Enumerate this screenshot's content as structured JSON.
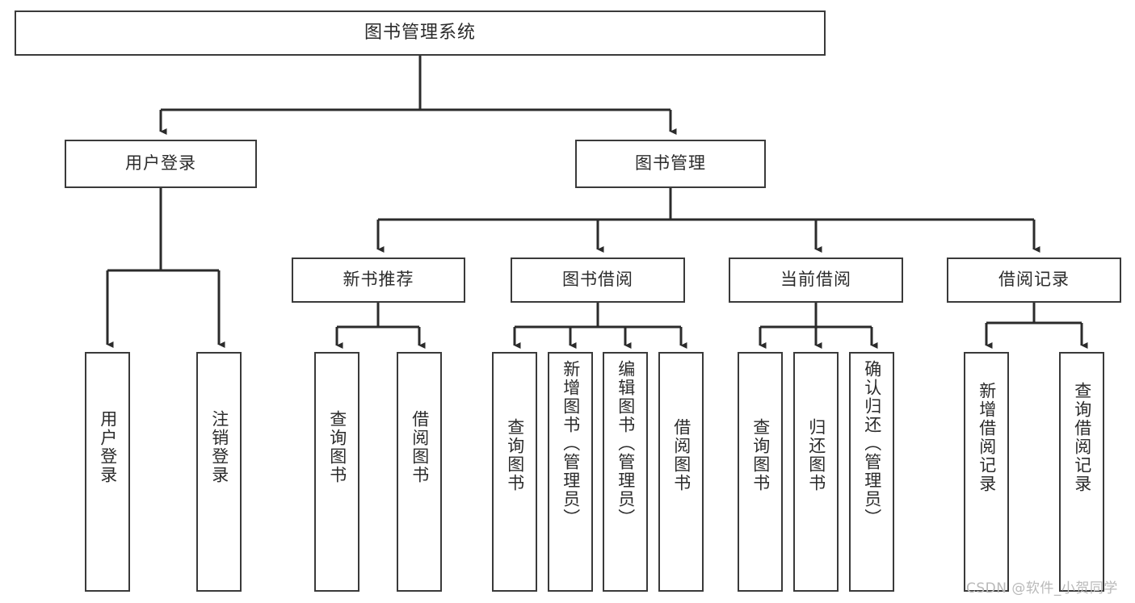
{
  "diagram": {
    "type": "tree-hierarchy",
    "title": "图书管理系统",
    "watermark": "CSDN @软件_小贺同学",
    "root": {
      "id": "root",
      "label": "图书管理系统"
    },
    "level2": [
      {
        "id": "user-login",
        "label": "用户登录"
      },
      {
        "id": "book-manage",
        "label": "图书管理"
      }
    ],
    "level3": [
      {
        "id": "new-book-recommend",
        "label": "新书推荐",
        "parent": "book-manage"
      },
      {
        "id": "book-borrow",
        "label": "图书借阅",
        "parent": "book-manage"
      },
      {
        "id": "current-borrow",
        "label": "当前借阅",
        "parent": "book-manage"
      },
      {
        "id": "borrow-record",
        "label": "借阅记录",
        "parent": "book-manage"
      }
    ],
    "leaves": {
      "user-login": [
        {
          "id": "leaf-user-login",
          "label": "用户登录"
        },
        {
          "id": "leaf-logout",
          "label": "注销登录"
        }
      ],
      "new-book-recommend": [
        {
          "id": "leaf-query-book-1",
          "label": "查询图书"
        },
        {
          "id": "leaf-borrow-book-1",
          "label": "借阅图书"
        }
      ],
      "book-borrow": [
        {
          "id": "leaf-query-book-2",
          "label": "查询图书"
        },
        {
          "id": "leaf-add-book",
          "label": "新增图书（管理员）"
        },
        {
          "id": "leaf-edit-book",
          "label": "编辑图书（管理员）"
        },
        {
          "id": "leaf-borrow-book-2",
          "label": "借阅图书"
        }
      ],
      "current-borrow": [
        {
          "id": "leaf-query-book-3",
          "label": "查询图书"
        },
        {
          "id": "leaf-return-book",
          "label": "归还图书"
        },
        {
          "id": "leaf-confirm-return",
          "label": "确认归还（管理员）"
        }
      ],
      "borrow-record": [
        {
          "id": "leaf-add-record",
          "label": "新增借阅记录"
        },
        {
          "id": "leaf-query-record",
          "label": "查询借阅记录"
        }
      ]
    },
    "colors": {
      "box_border": "#3a3a3a",
      "box_fill": "#ffffff",
      "connector": "#2b2b2b",
      "text": "#2b2b2b",
      "watermark": "#b9b9b9",
      "background": "#ffffff"
    }
  }
}
